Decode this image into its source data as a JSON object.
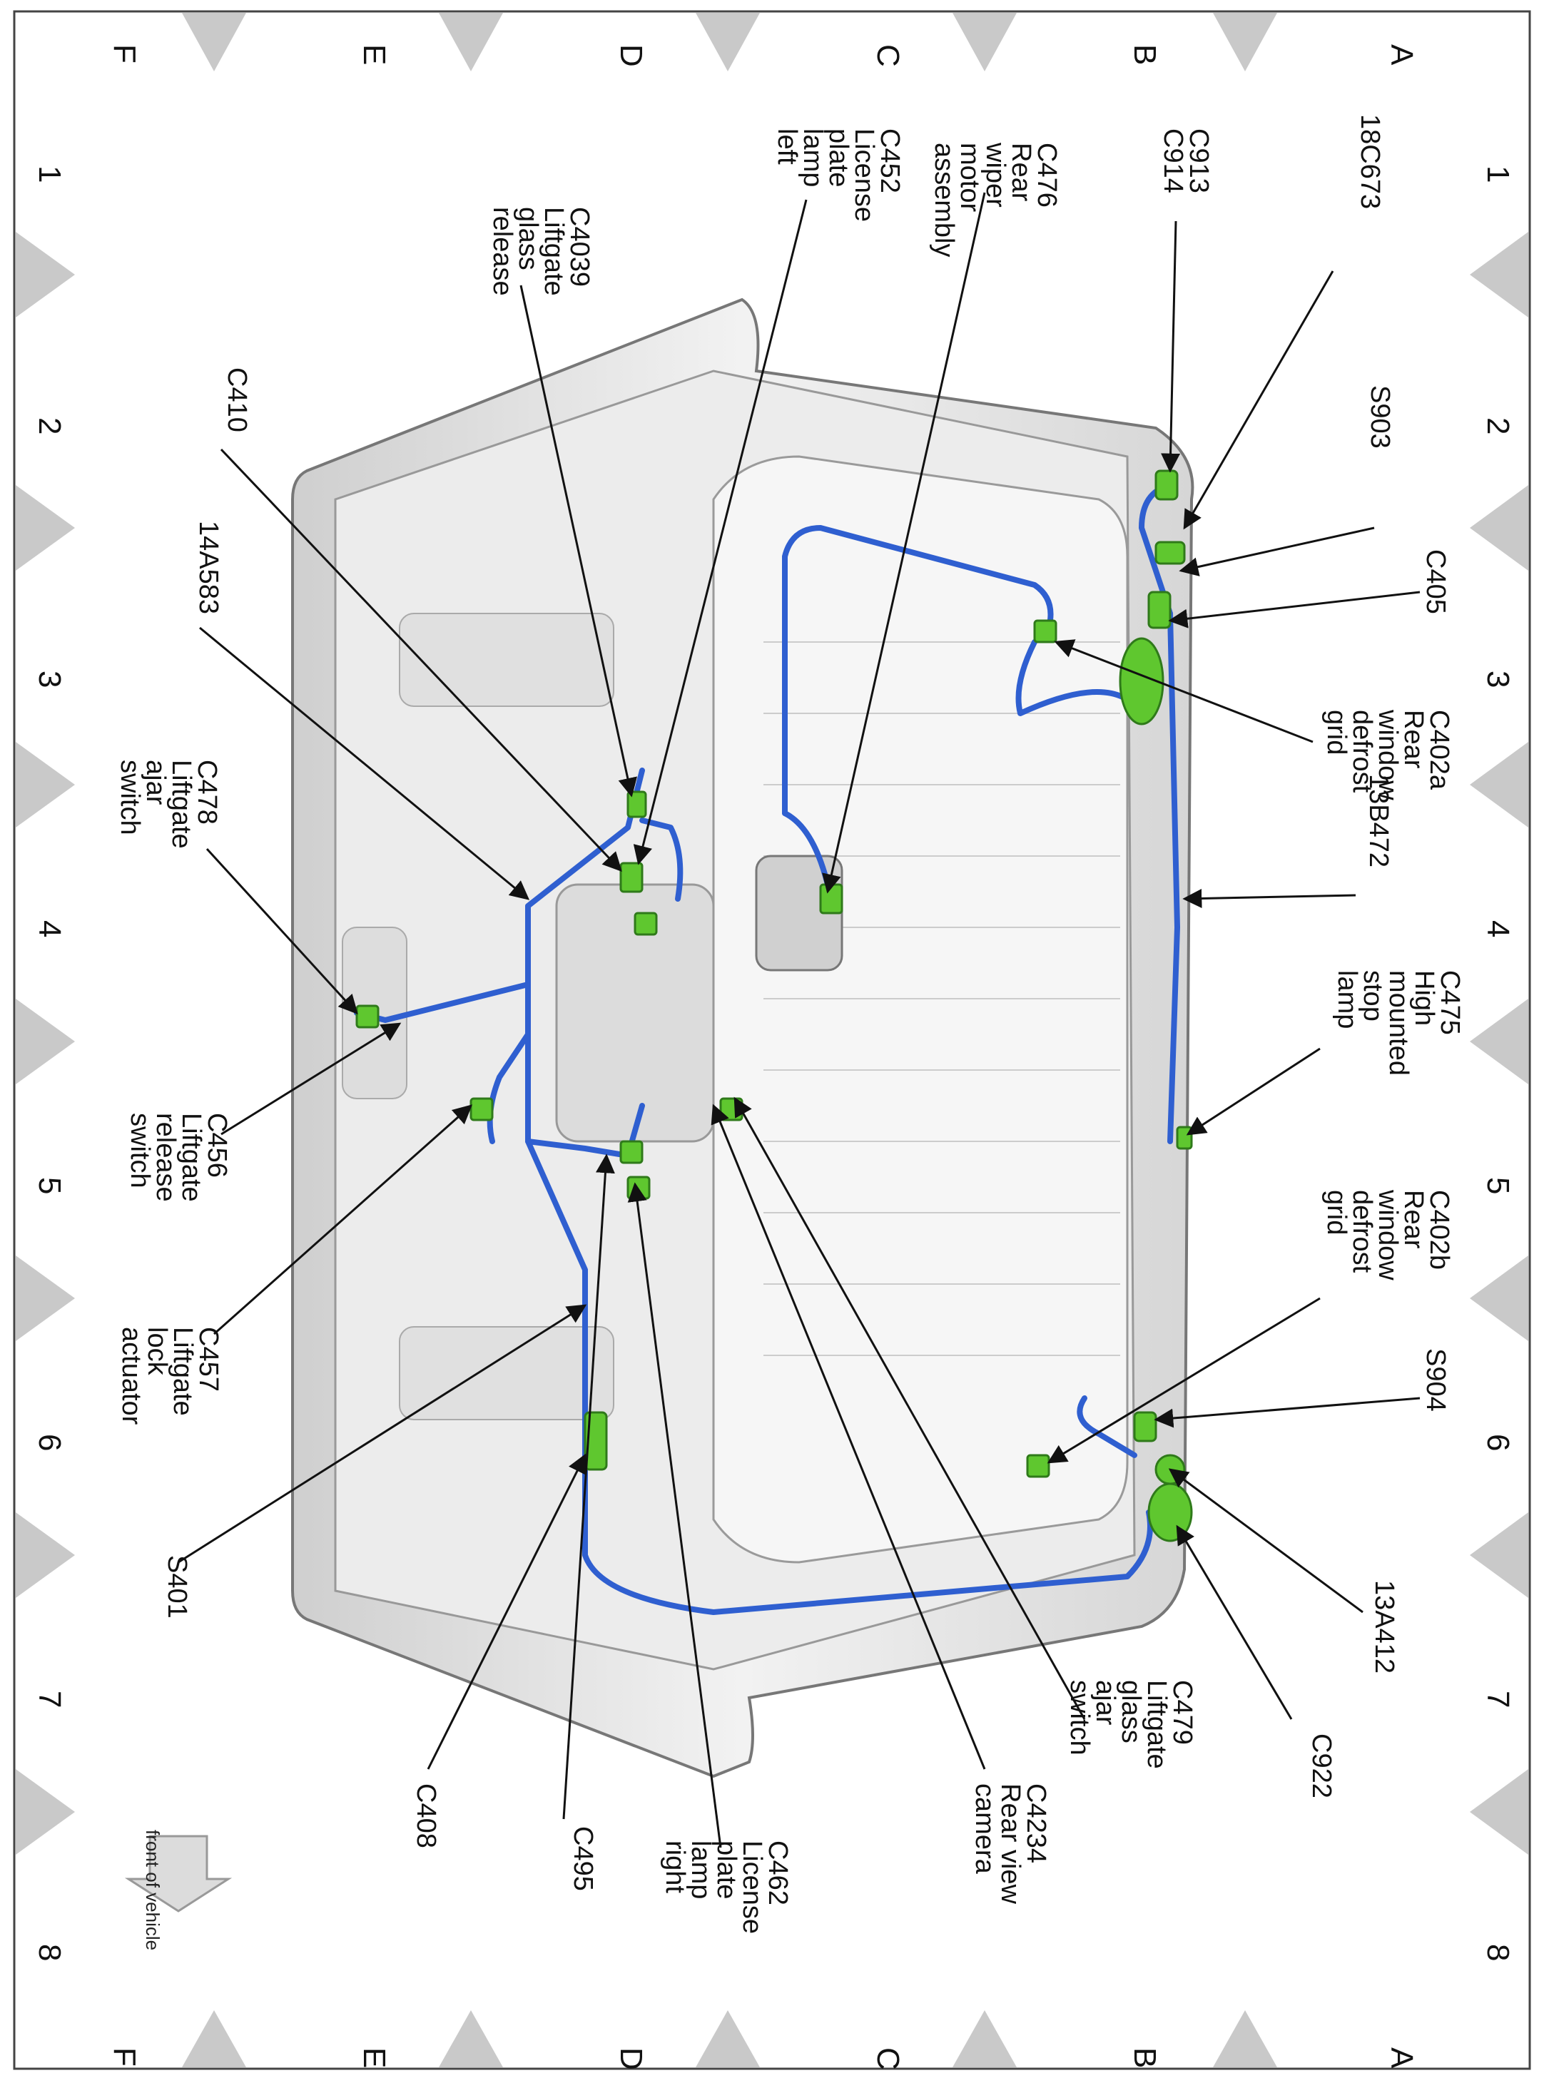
{
  "grid": {
    "columns": [
      "1",
      "2",
      "3",
      "4",
      "5",
      "6",
      "7",
      "8"
    ],
    "rows": [
      "A",
      "B",
      "C",
      "D",
      "E",
      "F"
    ]
  },
  "orientation_note": "front of vehicle",
  "labels": {
    "l18C673": [
      "18C673"
    ],
    "lC913": [
      "C913",
      "C914"
    ],
    "lC476": [
      "C476",
      "Rear",
      "wiper",
      "motor",
      "assembly"
    ],
    "lC452": [
      "C452",
      "License",
      "plate",
      "lamp",
      "left"
    ],
    "lC4039": [
      "C4039",
      "Liftgate",
      "glass",
      "release"
    ],
    "lC410": [
      "C410"
    ],
    "l14A583": [
      "14A583"
    ],
    "lC478": [
      "C478",
      "Liftgate",
      "ajar",
      "switch"
    ],
    "lC456": [
      "C456",
      "Liftgate",
      "release",
      "switch"
    ],
    "lC457": [
      "C457",
      "Liftgate",
      "lock",
      "actuator"
    ],
    "lS401": [
      "S401"
    ],
    "lC408": [
      "C408"
    ],
    "lC495": [
      "C495"
    ],
    "lC462": [
      "C462",
      "License",
      "plate",
      "lamp",
      "right"
    ],
    "lC4234": [
      "C4234",
      "Rear view",
      "camera"
    ],
    "lC479": [
      "C479",
      "Liftgate",
      "glass",
      "ajar",
      "switch"
    ],
    "lC922": [
      "C922"
    ],
    "l13A412": [
      "13A412"
    ],
    "lS904": [
      "S904"
    ],
    "lC402b": [
      "C402b",
      "Rear",
      "window",
      "defrost",
      "grid"
    ],
    "lC475": [
      "C475",
      "High",
      "mounted",
      "stop",
      "lamp"
    ],
    "l13B472": [
      "13B472"
    ],
    "lC402a": [
      "C402a",
      "Rear",
      "window",
      "defrost",
      "grid"
    ],
    "lC405": [
      "C405"
    ],
    "lS903": [
      "S903"
    ]
  }
}
